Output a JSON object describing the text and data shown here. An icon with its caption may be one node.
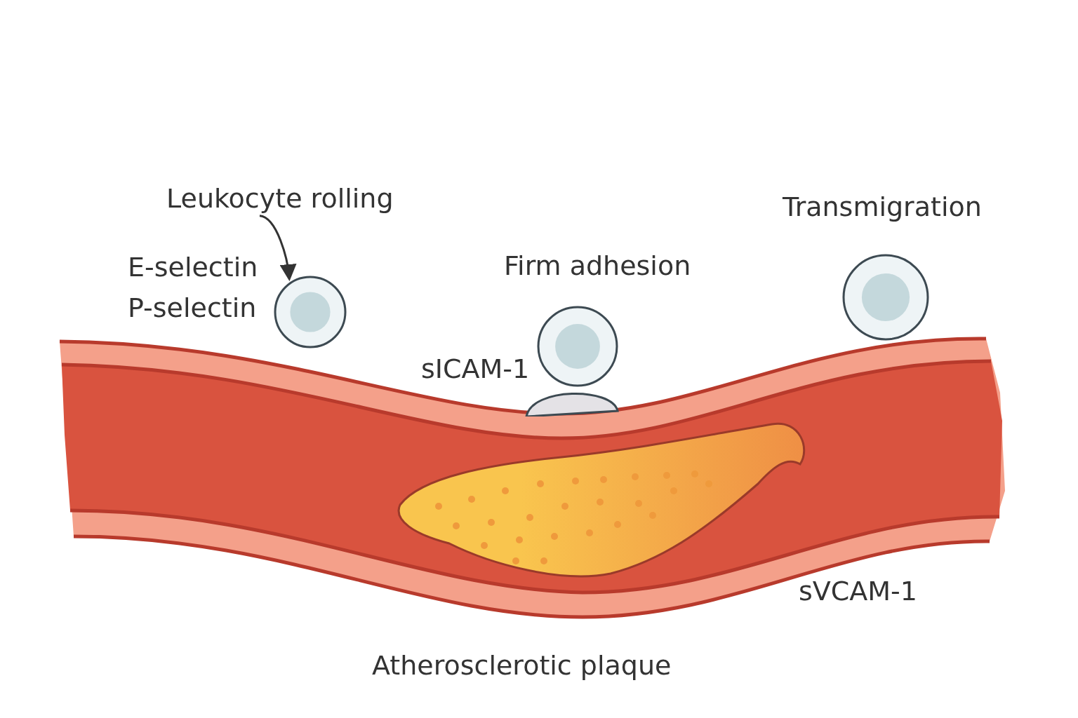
{
  "diagram": {
    "nodes": [
      {
        "text": [
          "Leukocyte rolling"
        ]
      },
      {
        "text": [],
        "shape": "circle",
        "beside": [
          "E-selectin",
          "P-selectin"
        ]
      },
      {
        "text": [],
        "shape": "circle",
        "beside": [
          "Firm adhesion"
        ]
      },
      {
        "text": [],
        "shape": "dome"
      },
      {
        "text": [],
        "shape": "circle",
        "beside": [
          "Transmigration"
        ]
      }
    ],
    "edges": [
      {
        "from": 0,
        "to": 1,
        "arrow": "to"
      }
    ],
    "labels": [
      "sICAM-1",
      "sVCAM-1",
      "Atherosclerotic plaque"
    ]
  }
}
